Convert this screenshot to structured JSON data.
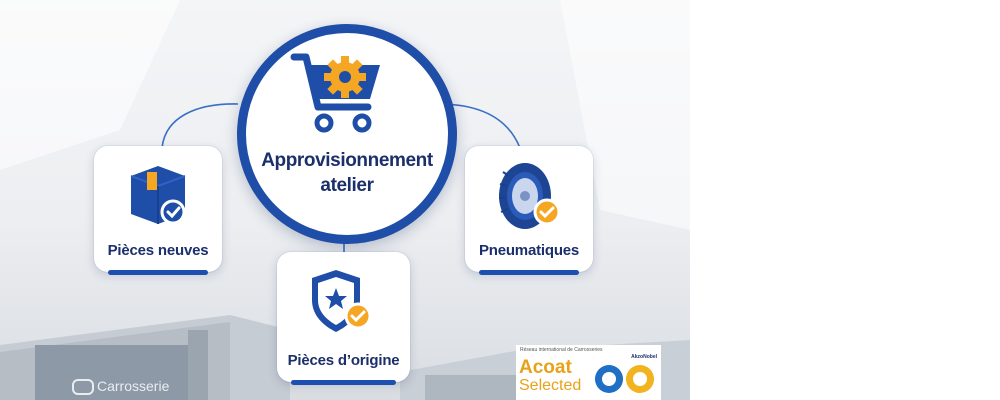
{
  "hub": {
    "line1": "Approvisionnement",
    "line2": "atelier",
    "icon": "shopping-cart-gear-icon"
  },
  "cards": {
    "new_parts": {
      "label": "Pièces neuves",
      "icon": "box-check-icon"
    },
    "original_parts": {
      "label": "Pièces d’origine",
      "icon": "shield-star-check-icon"
    },
    "tires": {
      "label": "Pneumatiques",
      "icon": "tire-check-icon"
    }
  },
  "building": {
    "sign": "Carrosserie"
  },
  "partner_logo": {
    "network_line": "Réseau international de Carrosseries",
    "brand_small": "AkzoNobel",
    "brand_line1": "Acoat",
    "brand_line2": "Selected"
  },
  "colors": {
    "brand_blue": "#1f4ea8",
    "text_navy": "#1b2f6b",
    "accent_orange": "#f5a623"
  }
}
